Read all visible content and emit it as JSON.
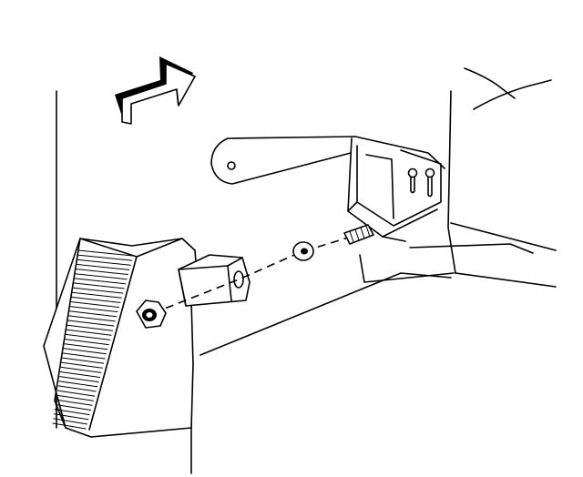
{
  "figure": {
    "type": "line-art installation diagram",
    "parts": [
      "forward-direction-arrow",
      "mounting-bracket",
      "bracket-fastener-slots",
      "pedal-pad",
      "pedal-mount-block",
      "nut",
      "washer",
      "threaded-stud"
    ],
    "colors": {
      "ink": "#000000",
      "paper": "#ffffff"
    }
  }
}
